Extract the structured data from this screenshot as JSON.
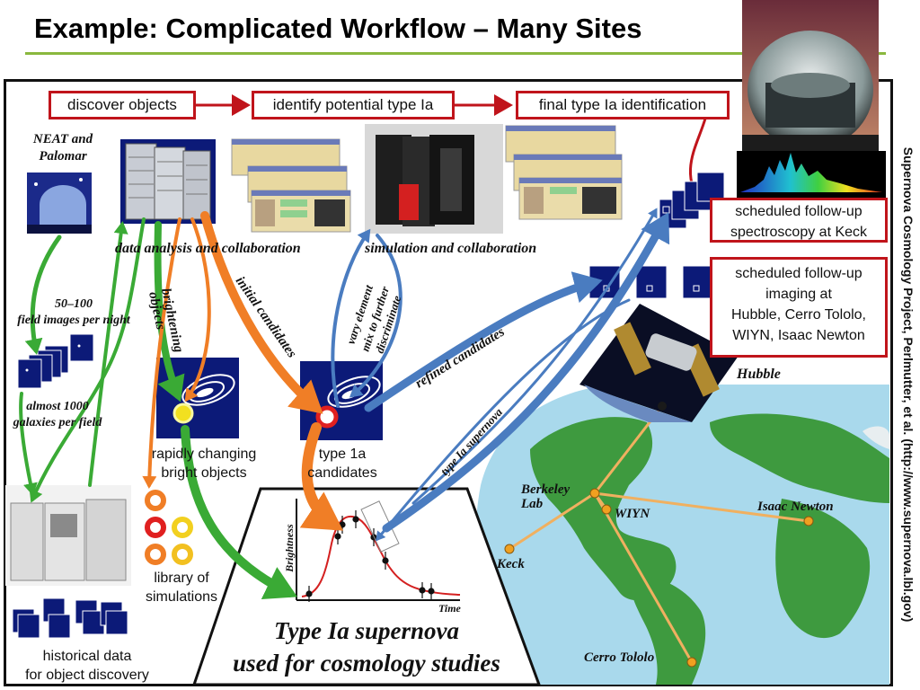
{
  "title": "Example: Complicated Workflow – Many Sites",
  "side_credit": "Supernova Cosmology Project, Perlmutter, et al. (http://www.supernova.lbl.gov)",
  "stages": {
    "discover": "discover objects",
    "identify": "identify potential type Ia",
    "final": "final type Ia identification"
  },
  "followup": {
    "spectroscopy": [
      "scheduled follow-up",
      "spectroscopy at Keck"
    ],
    "imaging": [
      "scheduled follow-up",
      "imaging at",
      "Hubble, Cerro Tololo,",
      "WIYN, Isaac Newton"
    ]
  },
  "labels": {
    "neat": [
      "NEAT and",
      "Palomar"
    ],
    "field_images": [
      "50–100",
      "field images per night"
    ],
    "galaxies": [
      "almost 1000",
      "galaxies per field"
    ],
    "data_analysis": "data analysis and collaboration",
    "simulation": "simulation and collaboration",
    "brightening": [
      "brightening",
      "objects"
    ],
    "initial_candidates": "initial candidates",
    "vary_element": [
      "vary element",
      "mix to further",
      "discriminate"
    ],
    "refined_candidates": "refined candidates",
    "type_ia_supernova": "type Ia supernova",
    "rapidly_changing": [
      "rapidly changing",
      "bright objects"
    ],
    "type1a_candidates": [
      "type 1a",
      "candidates"
    ],
    "library": [
      "library of",
      "simulations"
    ],
    "historical": [
      "historical data",
      "for object discovery"
    ],
    "hubble": "Hubble",
    "brightness": "Brightness",
    "time": "Time",
    "cosmology": [
      "Type Ia supernova",
      "used for cosmology studies"
    ]
  },
  "sites": {
    "berkeley": [
      "Berkeley",
      "Lab"
    ],
    "wiyn": "WIYN",
    "isaac_newton": "Isaac Newton",
    "keck": "Keck",
    "cerro_tololo": "Cerro Tololo"
  },
  "colors": {
    "stage_border": "#c0141b",
    "title_rule": "#8ab83e",
    "green_arrow": "#3aaa35",
    "orange_arrow": "#f07e26",
    "blue_arrow": "#4a7cc0",
    "ocean": "#a9d9ec",
    "land": "#3e9a3f",
    "site_dot": "#f0a020",
    "curve": "#d42020"
  },
  "icons": [
    "observatory-dome-icon",
    "computer-rack-icon",
    "software-window-icon",
    "supercomputer-icon",
    "galaxy-thumbnail-icon",
    "spectrum-icon",
    "hubble-telescope-icon",
    "supernova-ring-icon",
    "mainframe-computer-icon"
  ]
}
